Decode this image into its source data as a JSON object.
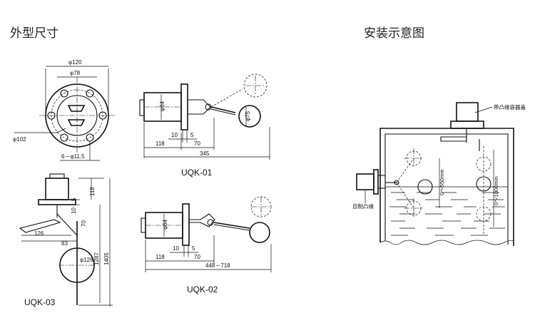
{
  "headings": {
    "left": "外型尺寸",
    "right": "安装示意图"
  },
  "flange_view": {
    "dim_outer": "φ120",
    "dim_inner": "φ78",
    "dim_bolt_circle": "φ102",
    "dim_holes": "6－φ11.5"
  },
  "uqk01": {
    "caption": "UQK-01",
    "dim_body": "φ64",
    "dim_float": "φ75",
    "dim_10": "10",
    "dim_5": "5",
    "dim_118": "118",
    "dim_70": "70",
    "dim_total": "345"
  },
  "uqk02": {
    "caption": "UQK-02",
    "dim_body": "φ64",
    "dim_10": "10",
    "dim_5": "5",
    "dim_118": "118",
    "dim_70": "70",
    "dim_total": "448－718"
  },
  "uqk03": {
    "caption": "UQK-03",
    "dim_5": "5",
    "dim_10": "10",
    "dim_118": "118",
    "dim_70": "70",
    "dim_126": "126",
    "dim_83": "83",
    "dim_ball": "φ126",
    "dim_1287": "1287",
    "dim_1405": "1405"
  },
  "install": {
    "label_cover": "带凸缘容器盖",
    "label_flange": "自制凸缘",
    "dim_range_1": "0～550mm",
    "dim_range_2": "0～1000mm"
  }
}
